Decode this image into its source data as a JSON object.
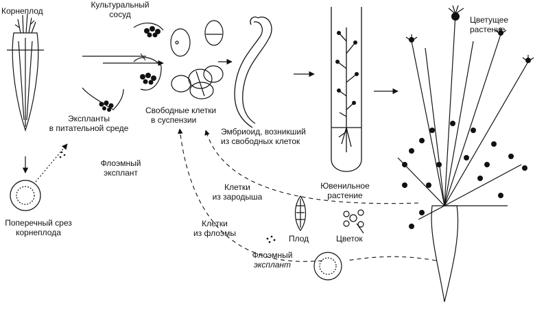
{
  "labels": {
    "root_crop": "Корнеплод",
    "culture_vessel_1": "Культуральный",
    "culture_vessel_2": "сосуд",
    "flowering_plant_1": "Цветущее",
    "flowering_plant_2": "растение",
    "explants_1": "Экспланты",
    "explants_2": "в питательной среде",
    "free_cells_1": "Свободные клетки",
    "free_cells_2": "в суспензии",
    "embryoid_1": "Эмбриоид, возникший",
    "embryoid_2": "из свободных клеток",
    "phloem_explant_1": "Флоэмный",
    "phloem_explant_2": "эксплант",
    "juvenile_1": "Ювенильное",
    "juvenile_2": "растение",
    "embryo_cells_1": "Клетки",
    "embryo_cells_2": "из зародыша",
    "cross_section_1": "Поперечный срез",
    "cross_section_2": "корнеплода",
    "phloem_cells_1": "Клетки",
    "phloem_cells_2": "из флоэмы",
    "fruit": "Плод",
    "flower": "Цветок",
    "phloem_explant_b1": "Флоэмный",
    "phloem_explant_b2": "эксплант"
  }
}
